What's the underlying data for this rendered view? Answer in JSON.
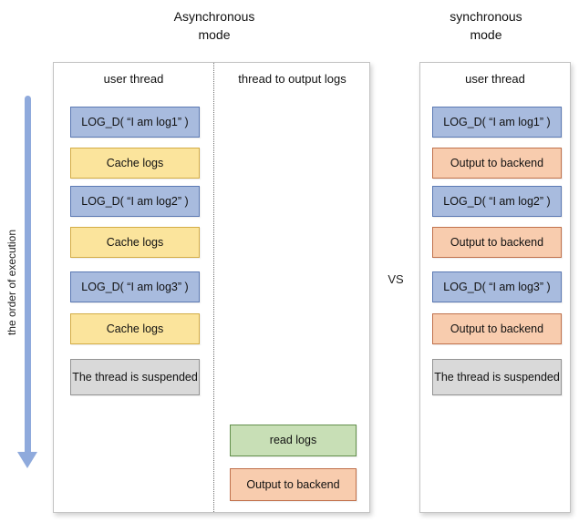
{
  "titles": {
    "async": "Asynchronous\nmode",
    "sync": "synchronous\nmode",
    "vs": "VS"
  },
  "execution_axis": {
    "label": "the order of execution"
  },
  "async_panel": {
    "user_thread_header": "user thread",
    "output_thread_header": "thread to output logs",
    "user_thread_boxes": [
      {
        "label": "LOG_D( “I am log1” )",
        "type": "blue"
      },
      {
        "label": "Cache logs",
        "type": "yellow"
      },
      {
        "label": "LOG_D( “I am log2” )",
        "type": "blue"
      },
      {
        "label": "Cache logs",
        "type": "yellow"
      },
      {
        "label": "LOG_D( “I am log3” )",
        "type": "blue"
      },
      {
        "label": "Cache logs",
        "type": "yellow"
      },
      {
        "label": "The thread is suspended",
        "type": "gray"
      }
    ],
    "output_thread_boxes": [
      {
        "label": "read logs",
        "type": "green"
      },
      {
        "label": "Output to backend",
        "type": "orange"
      }
    ]
  },
  "sync_panel": {
    "user_thread_header": "user thread",
    "user_thread_boxes": [
      {
        "label": "LOG_D( “I am log1” )",
        "type": "blue"
      },
      {
        "label": "Output to backend",
        "type": "orange"
      },
      {
        "label": "LOG_D( “I am log2” )",
        "type": "blue"
      },
      {
        "label": "Output to backend",
        "type": "orange"
      },
      {
        "label": "LOG_D( “I am log3” )",
        "type": "blue"
      },
      {
        "label": "Output to backend",
        "type": "orange"
      },
      {
        "label": "The thread is suspended",
        "type": "gray"
      }
    ]
  },
  "colors": {
    "blue_fill": "#a8bbde",
    "blue_border": "#5b79b3",
    "yellow_fill": "#fbe49c",
    "yellow_border": "#d3ac45",
    "orange_fill": "#f8ccae",
    "orange_border": "#c0714c",
    "green_fill": "#c8dfb6",
    "green_border": "#63904c",
    "gray_fill": "#d9d9d9",
    "gray_border": "#939393",
    "arrow_color": "#8faadc"
  }
}
